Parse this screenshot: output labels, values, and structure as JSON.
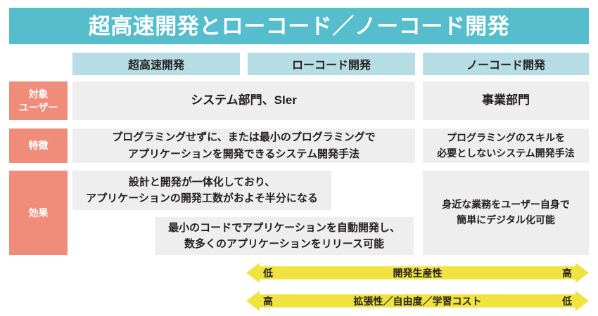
{
  "header": {
    "title": "超高速開発とローコード／ノーコード開発",
    "bg_color": "#55bdcc",
    "text_color": "#ffffff"
  },
  "columns": {
    "bg_color": "#b7dde4",
    "items": [
      {
        "label": "超高速開発"
      },
      {
        "label": "ローコード開発"
      },
      {
        "label": "ノーコード開発"
      }
    ]
  },
  "row_labels": {
    "bg_color": "#f08d7a",
    "text_color": "#ffffff",
    "items": [
      {
        "label": "対象\nユーザー",
        "line1": "対象",
        "line2": "ユーザー"
      },
      {
        "label": "特徴"
      },
      {
        "label": "効果"
      }
    ]
  },
  "cells": {
    "bg_color": "#eeeeee",
    "target_user": {
      "left": "システム部門、SIer",
      "right": "事業部門"
    },
    "features": {
      "left_line1": "プログラミングせずに、または最小のプログラミングで",
      "left_line2": "アプリケーションを開発できるシステム開発手法",
      "right_line1": "プログラミングのスキルを",
      "right_line2": "必要としないシステム開発手法"
    },
    "effects": {
      "box_a_line1": "設計と開発が一体化しており、",
      "box_a_line2": "アプリケーションの開発工数がおよそ半分になる",
      "box_b_line1": "最小のコードでアプリケーションを自動開発し、",
      "box_b_line2": "数多くのアプリケーションをリリース可能",
      "right_line1": "身近な業務をユーザー自身で",
      "right_line2": "簡単にデジタル化可能"
    }
  },
  "arrows": {
    "color": "#f1e33f",
    "items": [
      {
        "left_label": "低",
        "center_label": "開発生産性",
        "right_label": "高"
      },
      {
        "left_label": "高",
        "center_label": "拡張性／自由度／学習コスト",
        "right_label": "低"
      }
    ]
  }
}
